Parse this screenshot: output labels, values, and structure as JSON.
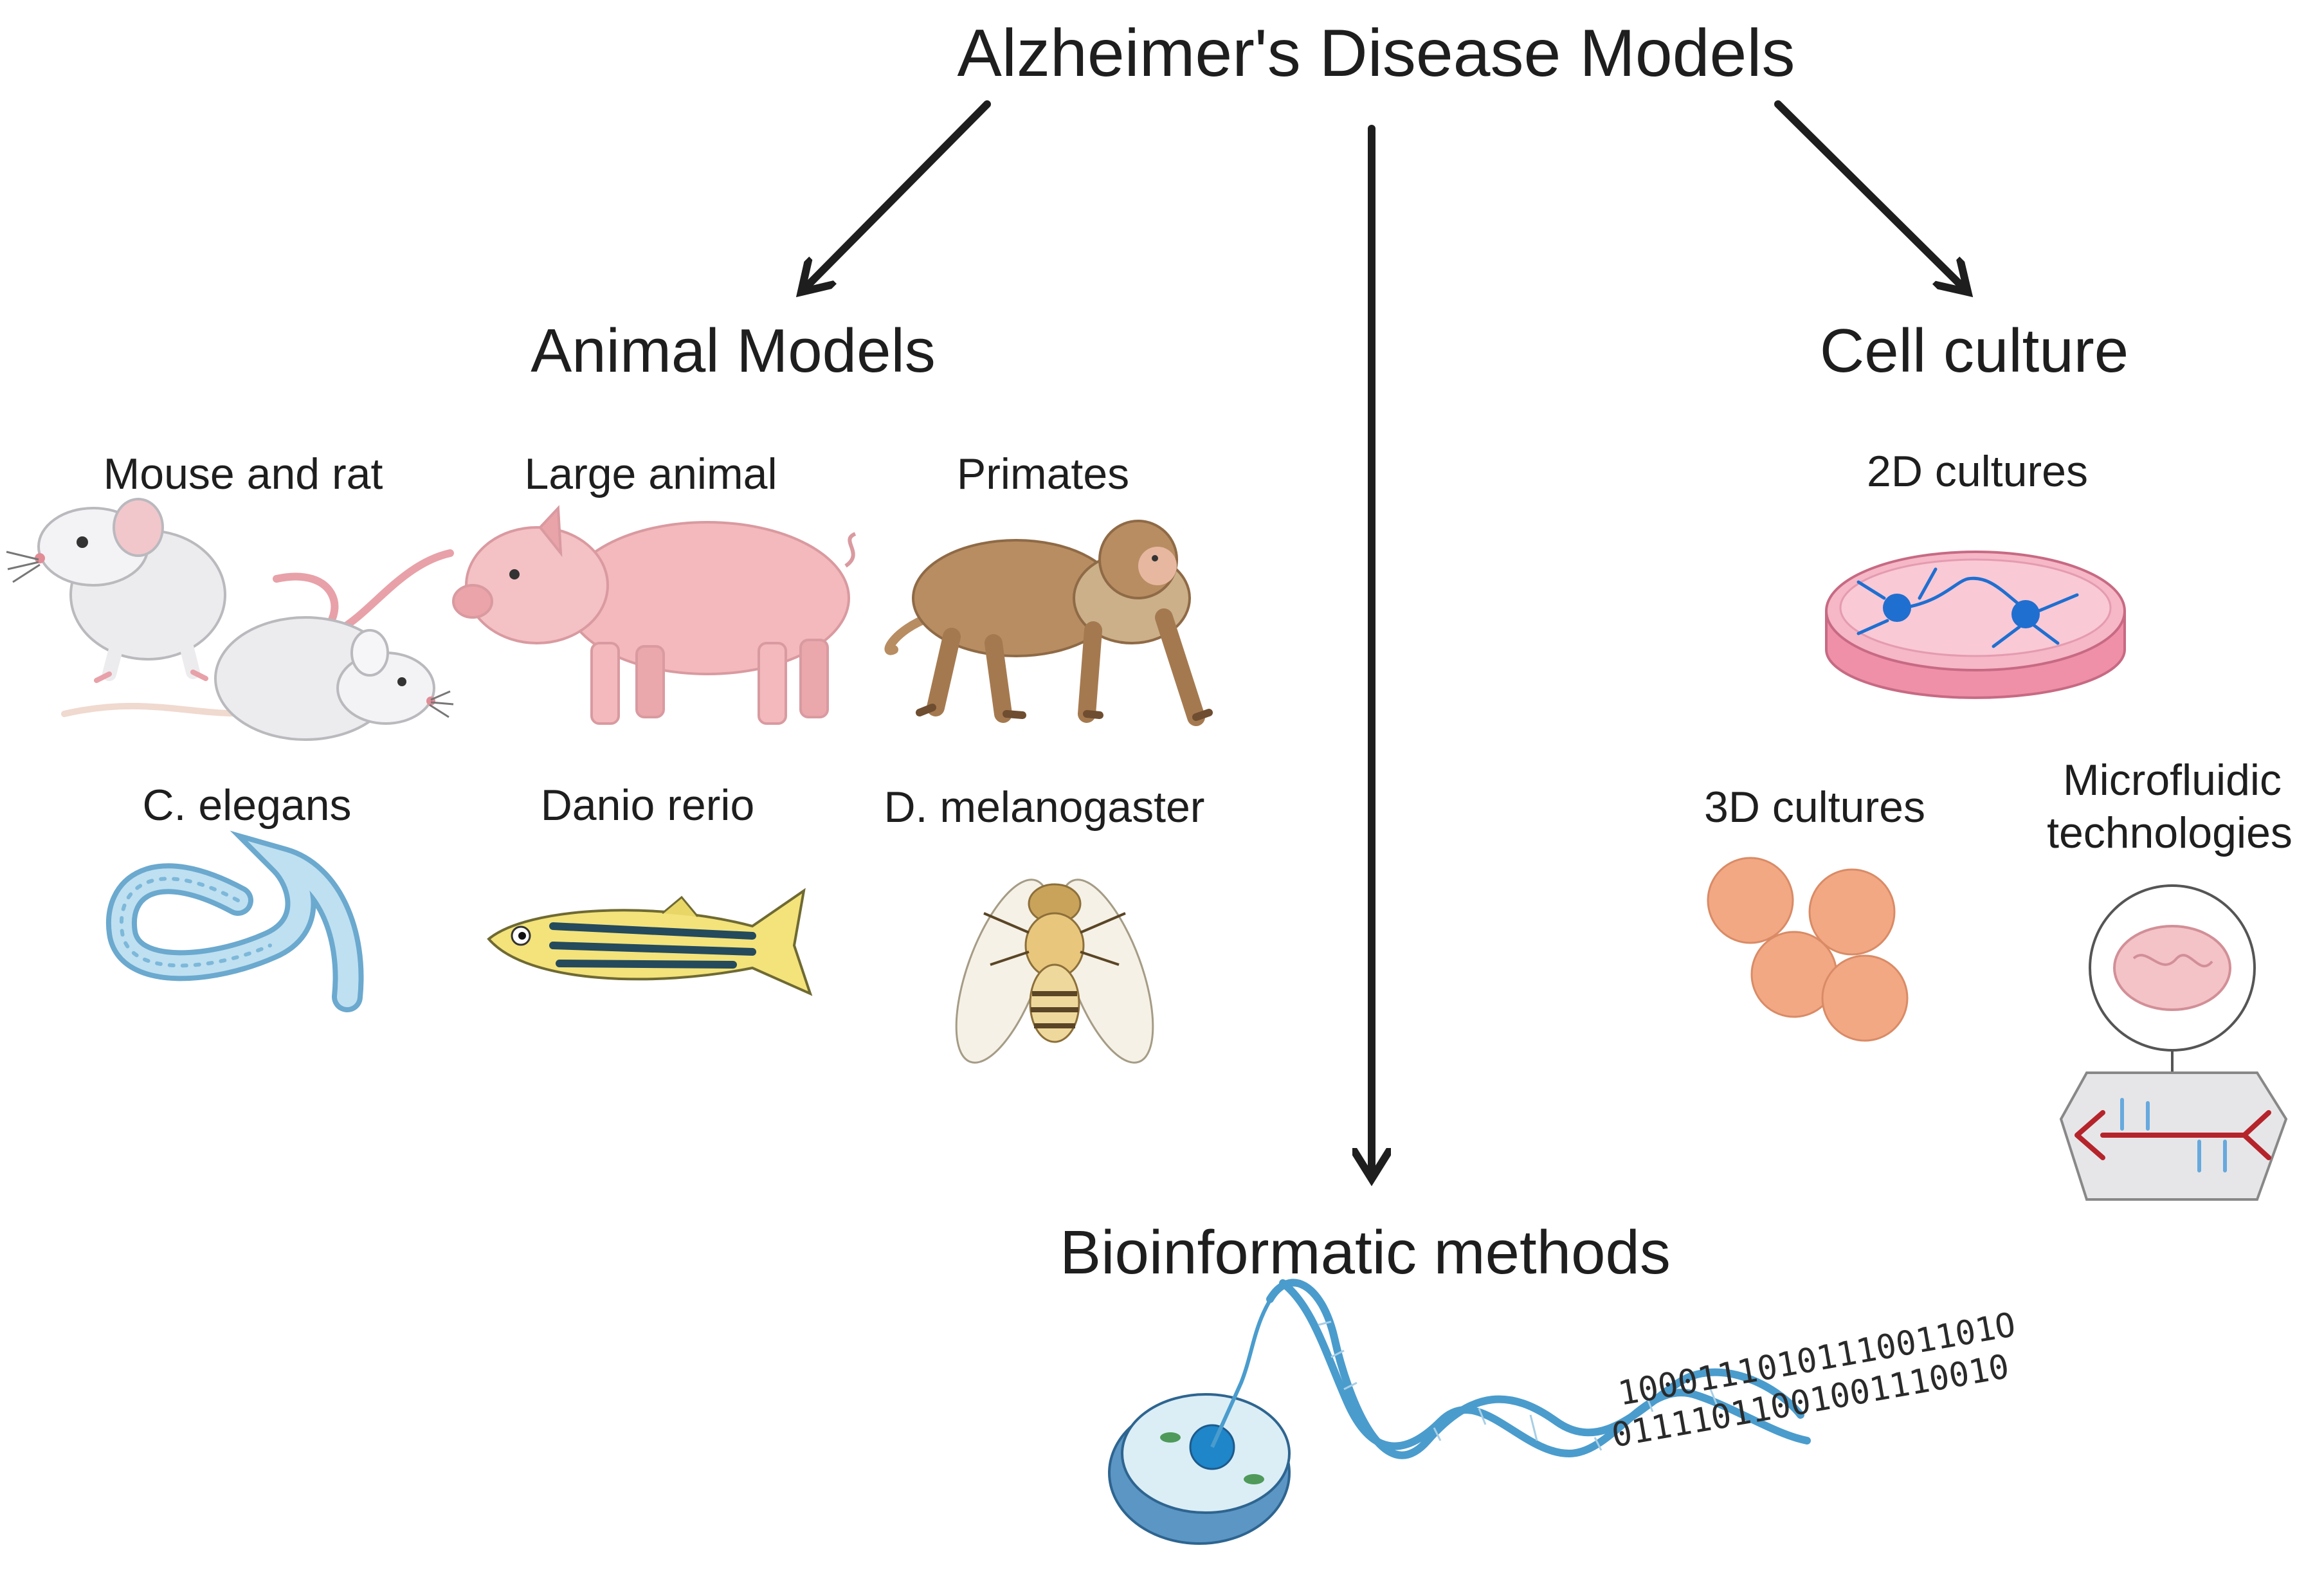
{
  "title": "Alzheimer's Disease Models",
  "branches": {
    "animal": {
      "label": "Animal Models",
      "items": {
        "mouse": "Mouse and rat",
        "large": "Large animal",
        "primates": "Primates",
        "celegans": "C. elegans",
        "danio": "Danio rerio",
        "dmel": "D. melanogaster"
      }
    },
    "bioinformatic": {
      "label": "Bioinformatic methods",
      "binary_line_1": "1000111010111001101O",
      "binary_line_2": "01111011001001110010"
    },
    "cell": {
      "label": "Cell culture",
      "items": {
        "two_d": "2D cultures",
        "three_d": "3D cultures",
        "micro_line_1": "Microfluidic",
        "micro_line_2": "technologies"
      }
    }
  },
  "colors": {
    "arrow": "#1e1e1e",
    "text": "#1e1e1e",
    "pig": "#f3b9bd",
    "monkey": "#b88d62",
    "mouse": "#ececee",
    "worm": "#8ec3e0",
    "fish_yellow": "#f3e37a",
    "fish_stripe": "#244a5c",
    "dish": "#f4a8b8",
    "neuron": "#1f6fd1",
    "sphere": "#f2a883",
    "dna": "#4a9ccd",
    "chip_channel": "#b5242a"
  }
}
